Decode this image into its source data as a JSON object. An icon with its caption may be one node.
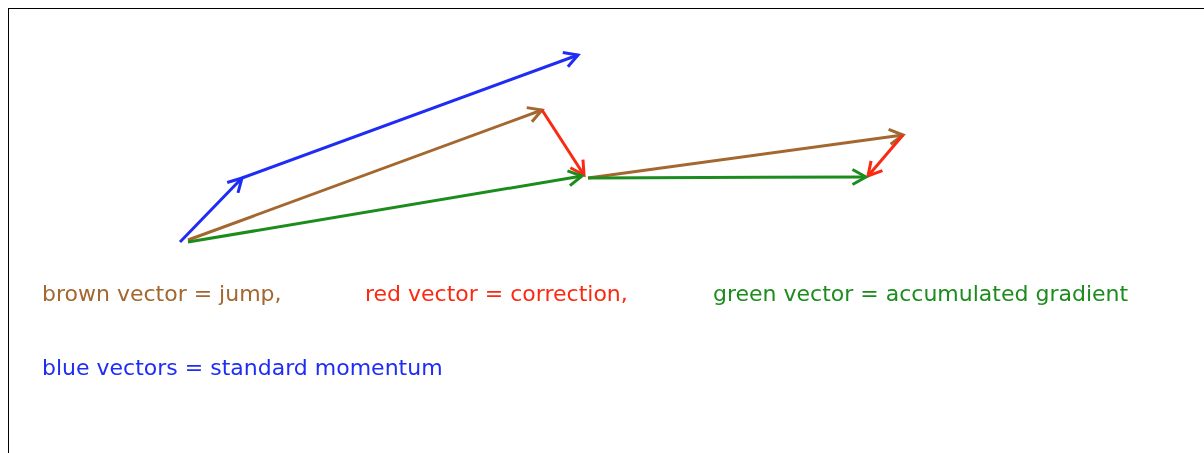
{
  "diagram": {
    "labels": [
      "brown vector = jump,",
      "red vector = correction,",
      "green vector = accumulated gradient",
      "blue vectors = standard momentum"
    ]
  }
}
